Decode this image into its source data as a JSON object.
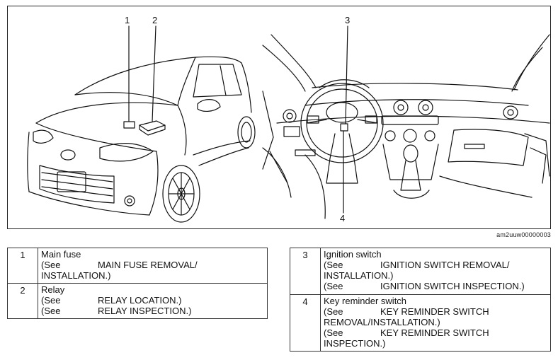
{
  "figure": {
    "callouts": [
      "1",
      "2",
      "3",
      "4"
    ],
    "code": "am2uuw00000003"
  },
  "legend_left": [
    {
      "num": "1",
      "title": "Main fuse",
      "lines": [
        {
          "see": "(See",
          "ref": "MAIN FUSE REMOVAL/"
        },
        {
          "cont": "INSTALLATION.)"
        }
      ]
    },
    {
      "num": "2",
      "title": "Relay",
      "lines": [
        {
          "see": "(See",
          "ref": "RELAY LOCATION.)"
        },
        {
          "see": "(See",
          "ref": "RELAY INSPECTION.)"
        }
      ]
    }
  ],
  "legend_right": [
    {
      "num": "3",
      "title": "Ignition switch",
      "lines": [
        {
          "see": "(See",
          "ref": "IGNITION SWITCH REMOVAL/"
        },
        {
          "cont": "INSTALLATION.)"
        },
        {
          "see": "(See",
          "ref": "IGNITION SWITCH INSPECTION.)"
        }
      ]
    },
    {
      "num": "4",
      "title": "Key reminder switch",
      "lines": [
        {
          "see": "(See",
          "ref": "KEY REMINDER SWITCH"
        },
        {
          "cont": "REMOVAL/INSTALLATION.)"
        },
        {
          "see": "(See",
          "ref": "KEY REMINDER SWITCH"
        },
        {
          "cont": "INSPECTION.)"
        }
      ]
    }
  ]
}
